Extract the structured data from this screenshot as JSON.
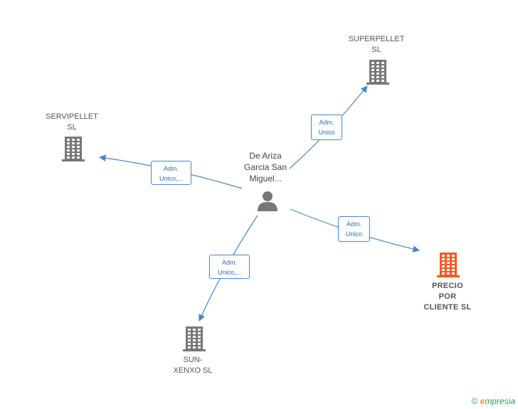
{
  "person": {
    "name": "De Ariza\nGarcia San\nMiguel...",
    "icon": "person-icon"
  },
  "companies": [
    {
      "key": "superpellet",
      "name": "SUPERPELLET\nSL",
      "color": "#777777"
    },
    {
      "key": "servipellet",
      "name": "SERVIPELLET\nSL",
      "color": "#777777"
    },
    {
      "key": "precio",
      "name": "PRECIO\nPOR\nCLIENTE  SL",
      "color": "#f05a28"
    },
    {
      "key": "sunxenxo",
      "name": "SUN-\nXENXO  SL",
      "color": "#777777"
    }
  ],
  "edges": [
    {
      "to": "superpellet",
      "label": "Adm.\nUnico"
    },
    {
      "to": "servipellet",
      "label": "Adm.\nUnico,..."
    },
    {
      "to": "precio",
      "label": "Adm.\nUnico"
    },
    {
      "to": "sunxenxo",
      "label": "Adm.\nUnico,..."
    }
  ],
  "colors": {
    "edge": "#4a86c8",
    "edge_label": "#2f6db5",
    "building": "#777777",
    "building_highlight": "#f05a28"
  },
  "footer": {
    "copyright": "©",
    "brand": "mpresia",
    "brand_initial": "e"
  }
}
